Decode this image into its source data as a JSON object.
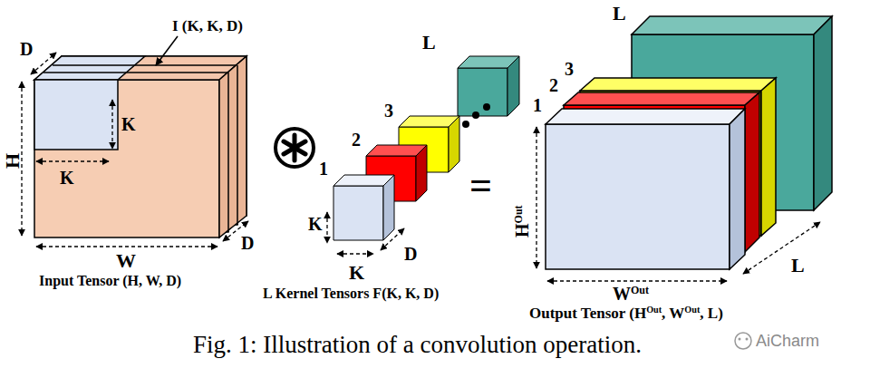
{
  "diagram": {
    "caption": "Fig. 1: Illustration of a convolution operation.",
    "labels": [
      "I (K, K, D)",
      "D",
      "H",
      "K",
      "K",
      "W",
      "D",
      "Input Tensor (H, W, D)",
      "L",
      "3",
      "2",
      "1",
      "K",
      "D",
      "K",
      "L Kernel Tensors F(K, K, D)",
      "=",
      "L",
      "3",
      "2",
      "1",
      "H",
      "Out",
      "W",
      "Out",
      "L",
      "Output Tensor (H",
      "Out",
      ", W",
      "Out",
      ", L)",
      "AiCharm"
    ]
  }
}
